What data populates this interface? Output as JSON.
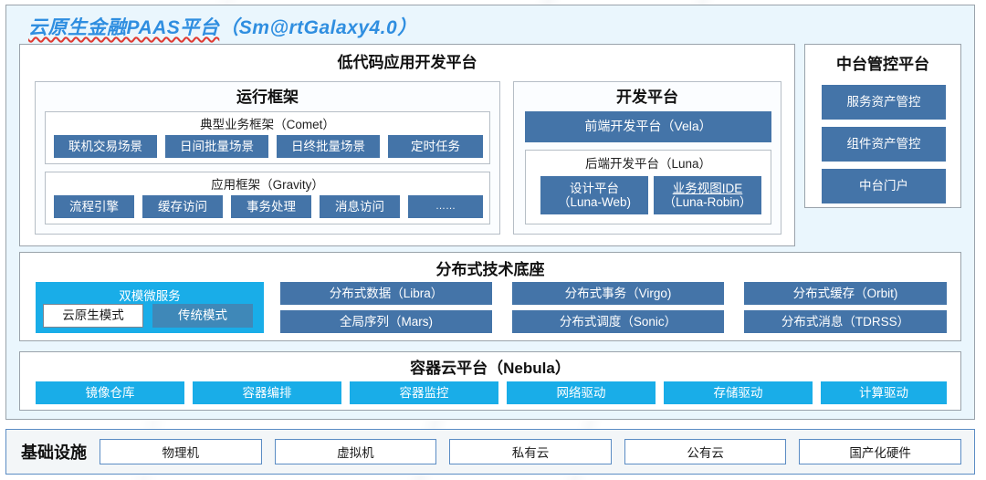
{
  "title": {
    "zh": "云原生金融PAAS平台",
    "en": "（Sm@rtGalaxy4.0）"
  },
  "lowcode": {
    "header": "低代码应用开发平台",
    "runtime": {
      "header": "运行框架",
      "comet": {
        "header": "典型业务框架（Comet）",
        "items": [
          "联机交易场景",
          "日间批量场景",
          "日终批量场景",
          "定时任务"
        ]
      },
      "gravity": {
        "header": "应用框架（Gravity）",
        "items": [
          "流程引擎",
          "缓存访问",
          "事务处理",
          "消息访问",
          "……"
        ]
      }
    },
    "devplat": {
      "header": "开发平台",
      "frontend": "前端开发平台（Vela）",
      "backend": {
        "header": "后端开发平台（Luna）",
        "items": [
          {
            "line1": "设计平台",
            "line2": "（Luna-Web)",
            "underline": false
          },
          {
            "line1": "业务视图IDE",
            "line2": "（Luna-Robin）",
            "underline": true
          }
        ]
      }
    }
  },
  "midplat": {
    "header": "中台管控平台",
    "items": [
      "服务资产管控",
      "组件资产管控",
      "中台门户"
    ]
  },
  "distributed": {
    "header": "分布式技术底座",
    "dualmode": {
      "header": "双模微服务",
      "items": [
        {
          "label": "云原生模式",
          "style": "white"
        },
        {
          "label": "传统模式",
          "style": "cyan-dark"
        }
      ]
    },
    "items": [
      "分布式数据（Libra）",
      "全局序列（Mars)",
      "分布式事务（Virgo)",
      "分布式调度（Sonic）",
      "分布式缓存（Orbit)",
      "分布式消息（TDRSS）"
    ]
  },
  "container": {
    "header": "容器云平台（Nebula）",
    "items": [
      "镜像仓库",
      "容器编排",
      "容器监控",
      "网络驱动",
      "存储驱动",
      "计算驱动"
    ]
  },
  "infrastructure": {
    "label": "基础设施",
    "items": [
      "物理机",
      "虚拟机",
      "私有云",
      "公有云",
      "国产化硬件"
    ]
  },
  "colors": {
    "accent_blue": "#4474a8",
    "accent_cyan": "#19ade8",
    "title_blue": "#2f8ee0",
    "spellcheck_red": "#e03b32",
    "panel_bg": "#eaf6fd"
  }
}
